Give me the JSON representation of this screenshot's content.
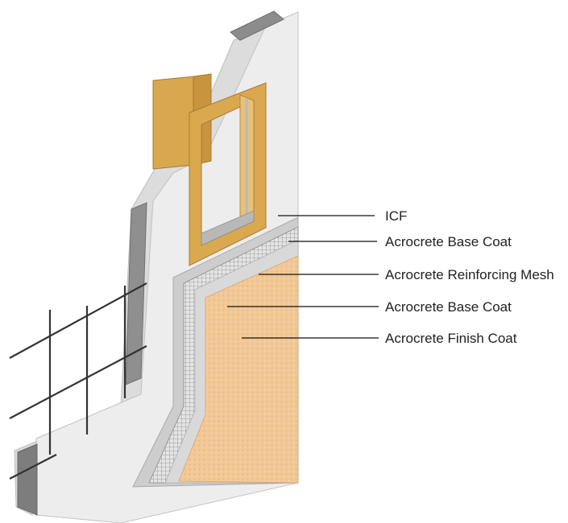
{
  "labels": [
    {
      "id": "icf",
      "text": "ICF"
    },
    {
      "id": "base-coat-1",
      "text": "Acrocrete Base Coat"
    },
    {
      "id": "reinforcing-mesh",
      "text": "Acrocrete Reinforcing Mesh"
    },
    {
      "id": "base-coat-2",
      "text": "Acrocrete Base Coat"
    },
    {
      "id": "finish-coat",
      "text": "Acrocrete Finish Coat"
    }
  ],
  "colors": {
    "foam": "#ececec",
    "foam_shadow": "#d6d6d6",
    "concrete": "#8c8c8c",
    "concrete_dark": "#6f6f6f",
    "wood": "#d9aa52",
    "wood_dark": "#b88a3a",
    "base_coat": "#cfcfcf",
    "mesh": "#a9a9a9",
    "finish_coat": "#f3c998",
    "rebar": "#333333"
  }
}
